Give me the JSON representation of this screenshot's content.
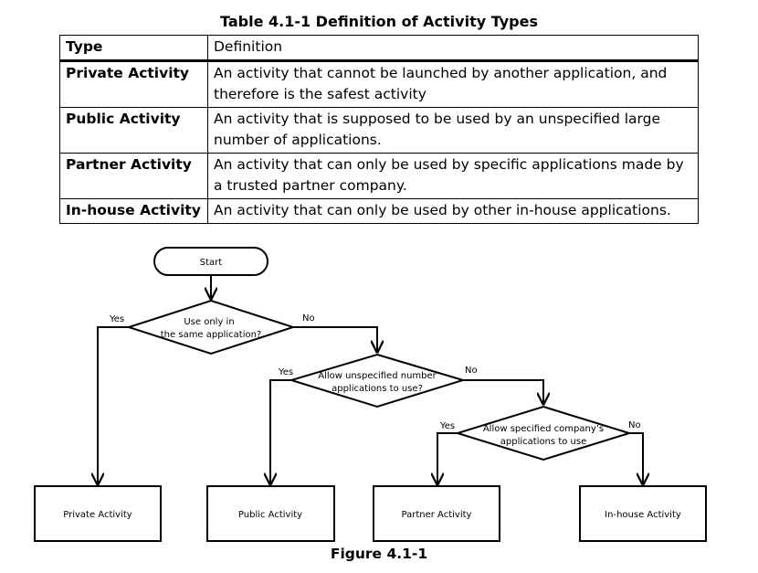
{
  "table": {
    "title": "Table 4.1-1 Definition of Activity Types",
    "headers": {
      "type": "Type",
      "definition": "Definition"
    },
    "rows": [
      {
        "type": "Private Activity",
        "definition": "An activity that cannot be launched by another application, and therefore is the safest activity"
      },
      {
        "type": "Public Activity",
        "definition": "An activity that is supposed to be used by an unspecified large number of applications."
      },
      {
        "type": "Partner Activity",
        "definition": "An activity that can only be used by specific applications made by a trusted partner company."
      },
      {
        "type": "In-house Activity",
        "definition": "An activity that can only be used by other in-house applications."
      }
    ]
  },
  "flowchart": {
    "start": "Start",
    "decision1": {
      "line1": "Use only in",
      "line2": "the same application?",
      "yes": "Yes",
      "no": "No"
    },
    "decision2": {
      "line1": "Allow unspecified number",
      "line2": "applications to use?",
      "yes": "Yes",
      "no": "No"
    },
    "decision3": {
      "line1": "Allow specified company’s",
      "line2": "applications to use",
      "yes": "Yes",
      "no": "No"
    },
    "outcomes": {
      "private": "Private Activity",
      "public": "Public Activity",
      "partner": "Partner  Activity",
      "inhouse": "In-house Activity"
    }
  },
  "figure": {
    "caption": "Figure 4.1-1"
  }
}
